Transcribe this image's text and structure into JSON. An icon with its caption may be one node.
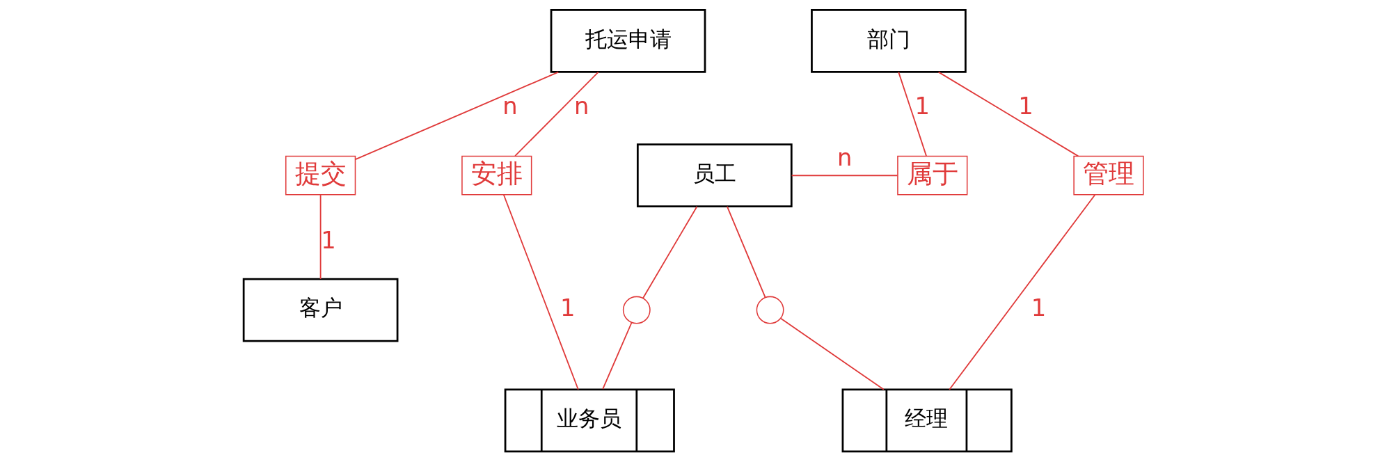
{
  "diagram": {
    "nodes": [
      {
        "text": [
          "托运申请"
        ]
      },
      {
        "text": [
          "客户"
        ]
      },
      {
        "text": [
          "业务员"
        ]
      },
      {
        "text": [
          "员工"
        ]
      },
      {
        "text": [
          "经理"
        ]
      },
      {
        "text": [
          "部门"
        ]
      },
      {
        "text": [
          "提交"
        ]
      },
      {
        "text": [
          "安排"
        ]
      },
      {
        "text": [
          "属于"
        ]
      },
      {
        "text": [
          "管理"
        ]
      },
      {
        "text": [],
        "shape": "circle"
      },
      {
        "text": [],
        "shape": "circle"
      }
    ],
    "edges": [
      {
        "from": 0,
        "to": 6,
        "arrow": "none",
        "label": "n"
      },
      {
        "from": 6,
        "to": 1,
        "arrow": "none",
        "label": "1"
      },
      {
        "from": 0,
        "to": 7,
        "arrow": "none",
        "label": "n"
      },
      {
        "from": 7,
        "to": 2,
        "arrow": "none",
        "label": "1"
      },
      {
        "from": 3,
        "to": 8,
        "arrow": "none",
        "label": "n"
      },
      {
        "from": 8,
        "to": 5,
        "arrow": "none",
        "label": "1"
      },
      {
        "from": 5,
        "to": 9,
        "arrow": "none",
        "label": "1"
      },
      {
        "from": 9,
        "to": 4,
        "arrow": "none",
        "label": "1"
      },
      {
        "from": 3,
        "to": 10,
        "arrow": "none"
      },
      {
        "from": 10,
        "to": 2,
        "arrow": "none"
      },
      {
        "from": 3,
        "to": 11,
        "arrow": "none"
      },
      {
        "from": 11,
        "to": 4,
        "arrow": "none"
      }
    ]
  }
}
